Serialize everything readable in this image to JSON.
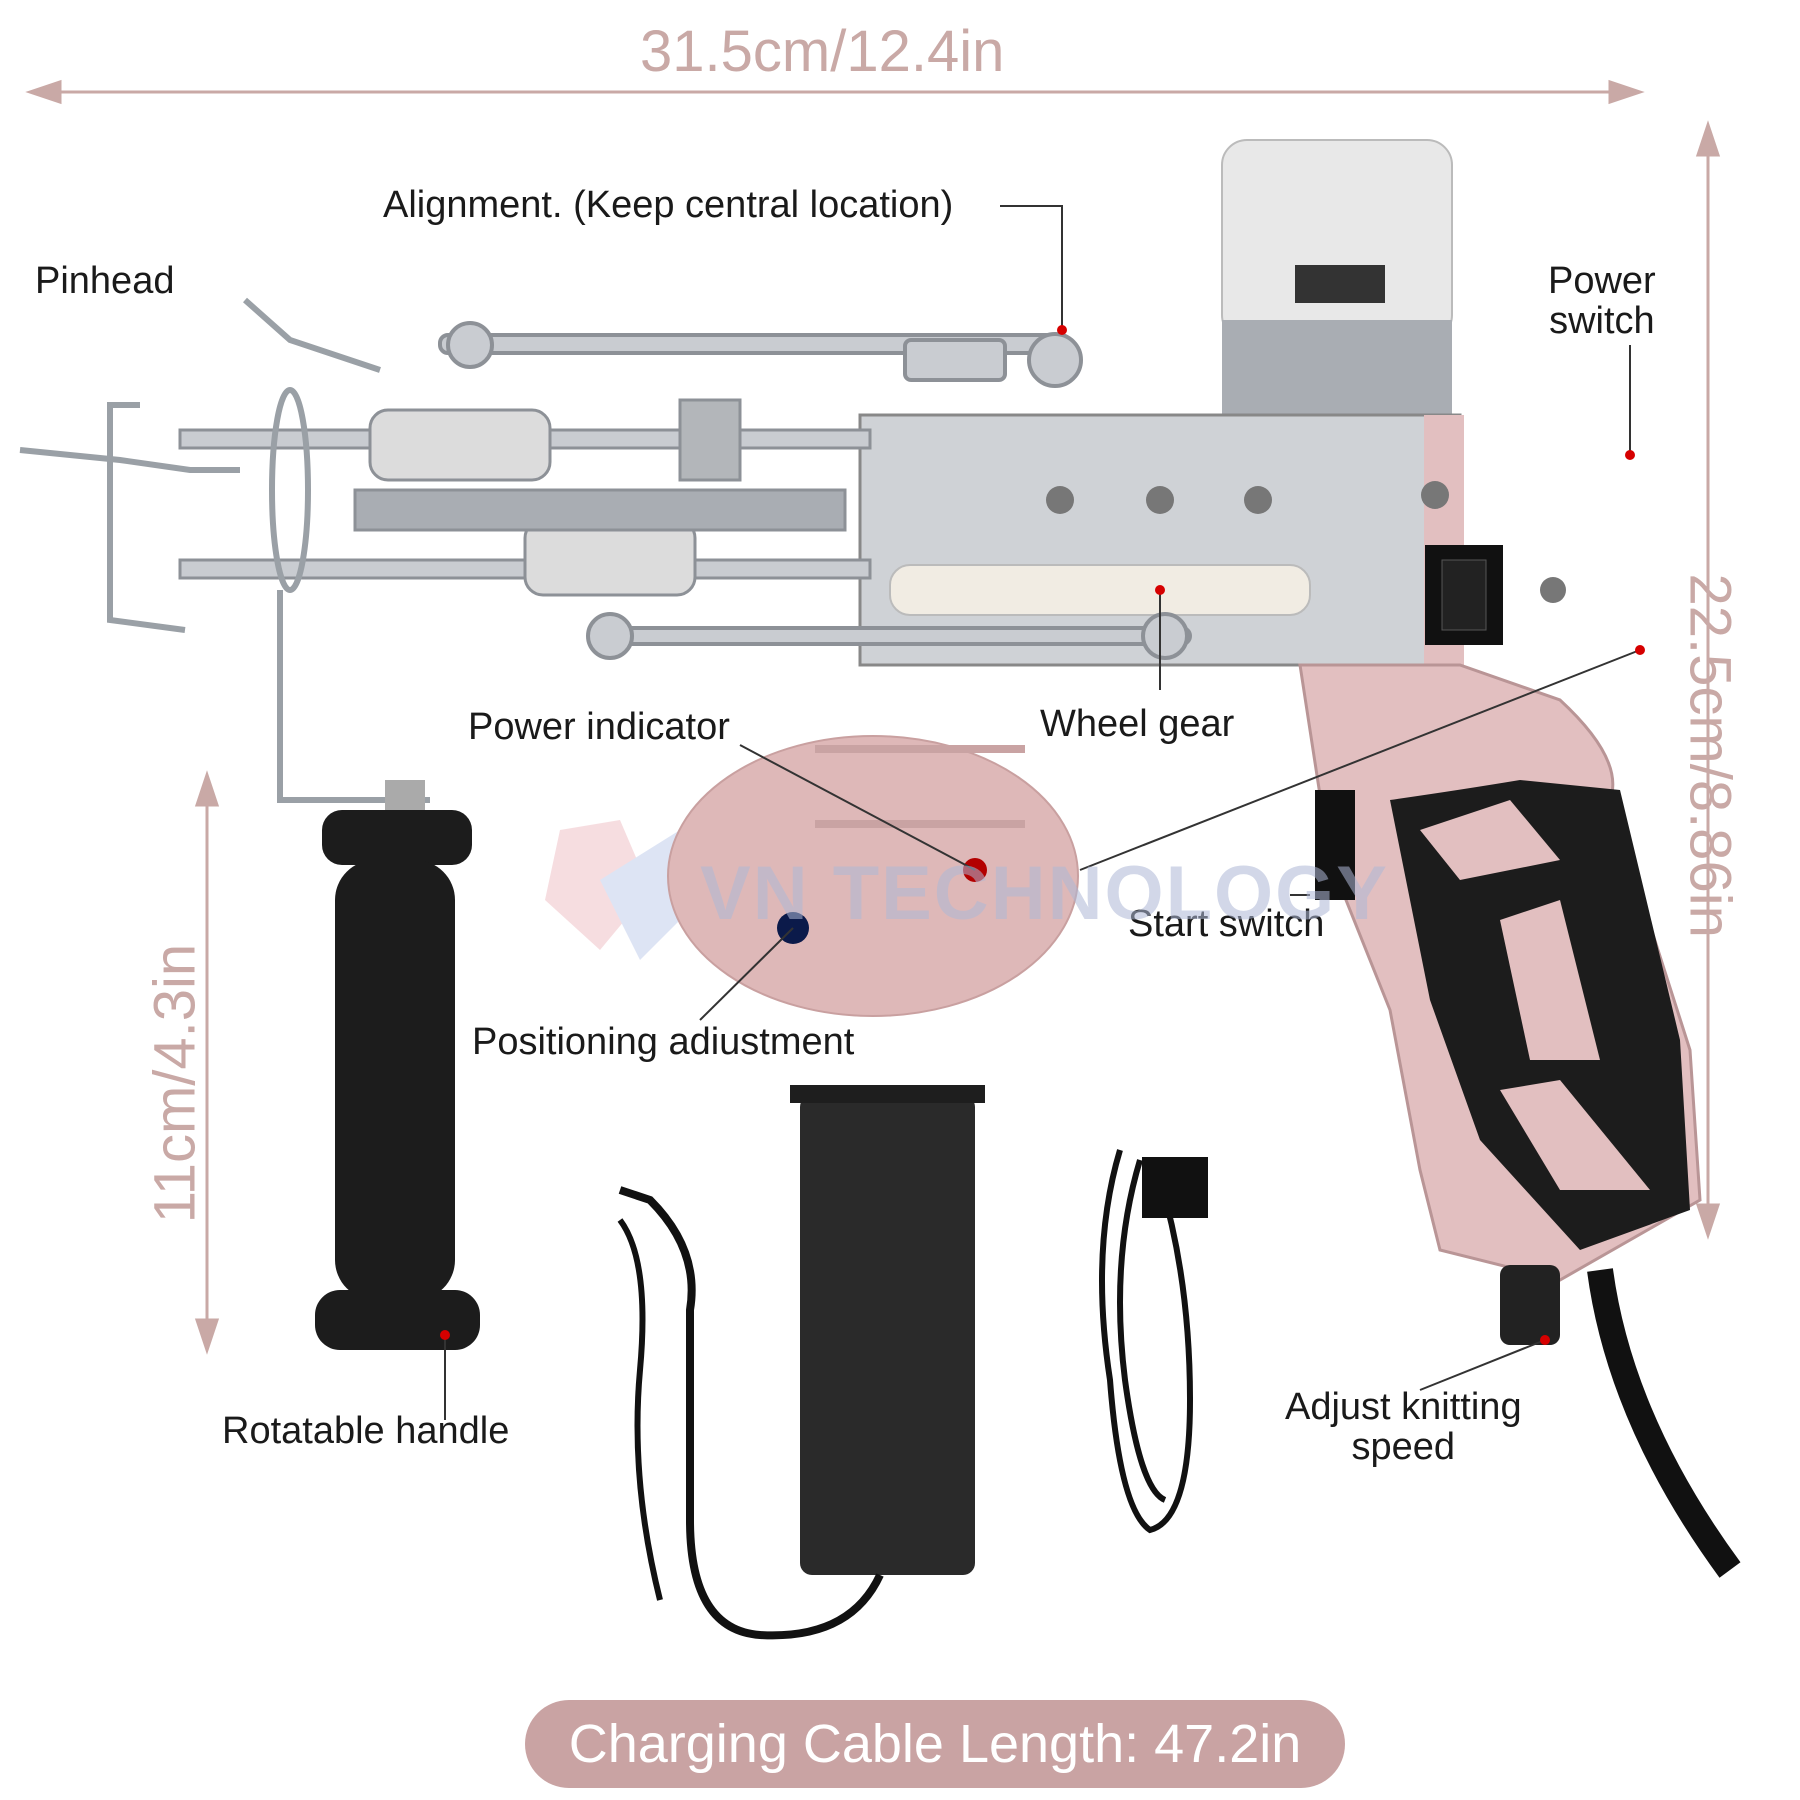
{
  "dimensions": {
    "width_label": "31.5cm/12.4in",
    "height_label": "22.5cm/8.86in",
    "handle_label": "11cm/4.3in"
  },
  "callouts": {
    "alignment": "Alignment. (Keep central location)",
    "pinhead": "Pinhead",
    "power_switch_line1": "Power",
    "power_switch_line2": "switch",
    "power_indicator": "Power indicator",
    "wheel_gear": "Wheel gear",
    "start_switch": "Start switch",
    "positioning": "Positioning adiustment",
    "rotatable_handle": "Rotatable handle",
    "adjust_speed_line1": "Adjust knitting",
    "adjust_speed_line2": "speed"
  },
  "banner": "Charging Cable Length: 47.2in",
  "watermark": "VN TECHNOLOGY",
  "colors": {
    "dimension_text": "#c9a9a6",
    "banner_bg": "#c9a3a3",
    "gun_pink": "#e2bfc0",
    "grip_black": "#1c1c1c",
    "metal": "#c9ccd1"
  }
}
